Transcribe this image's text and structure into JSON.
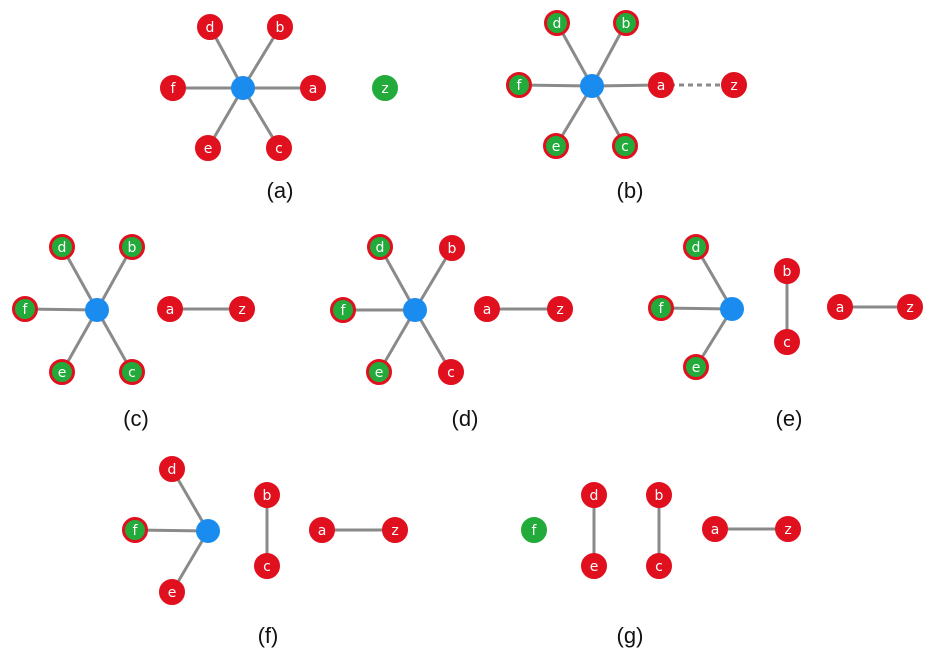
{
  "colors": {
    "red": "#e0101e",
    "green": "#22aa3a",
    "blue": "#1a8cf0",
    "edge": "#8a8a8a"
  },
  "panels": [
    {
      "caption": "(a)",
      "hub": true,
      "nodes": [
        {
          "id": "d",
          "label": "d",
          "fill": "red",
          "ring": "red"
        },
        {
          "id": "b",
          "label": "b",
          "fill": "red",
          "ring": "red"
        },
        {
          "id": "f",
          "label": "f",
          "fill": "red",
          "ring": "red"
        },
        {
          "id": "a",
          "label": "a",
          "fill": "red",
          "ring": "red"
        },
        {
          "id": "e",
          "label": "e",
          "fill": "red",
          "ring": "red"
        },
        {
          "id": "c",
          "label": "c",
          "fill": "red",
          "ring": "red"
        },
        {
          "id": "z",
          "label": "z",
          "fill": "green",
          "ring": "green"
        }
      ],
      "edges": [
        {
          "from": "hub",
          "to": "d"
        },
        {
          "from": "hub",
          "to": "b"
        },
        {
          "from": "hub",
          "to": "f"
        },
        {
          "from": "hub",
          "to": "a"
        },
        {
          "from": "hub",
          "to": "e"
        },
        {
          "from": "hub",
          "to": "c"
        }
      ]
    },
    {
      "caption": "(b)",
      "hub": true,
      "nodes": [
        {
          "id": "d",
          "label": "d",
          "fill": "green",
          "ring": "red"
        },
        {
          "id": "b",
          "label": "b",
          "fill": "green",
          "ring": "red"
        },
        {
          "id": "f",
          "label": "f",
          "fill": "green",
          "ring": "red"
        },
        {
          "id": "a",
          "label": "a",
          "fill": "red",
          "ring": "red"
        },
        {
          "id": "e",
          "label": "e",
          "fill": "green",
          "ring": "red"
        },
        {
          "id": "c",
          "label": "c",
          "fill": "green",
          "ring": "red"
        },
        {
          "id": "z",
          "label": "z",
          "fill": "red",
          "ring": "red"
        }
      ],
      "edges": [
        {
          "from": "hub",
          "to": "d"
        },
        {
          "from": "hub",
          "to": "b"
        },
        {
          "from": "hub",
          "to": "f"
        },
        {
          "from": "hub",
          "to": "a"
        },
        {
          "from": "hub",
          "to": "e"
        },
        {
          "from": "hub",
          "to": "c"
        },
        {
          "from": "a",
          "to": "z",
          "dashed": true
        }
      ]
    },
    {
      "caption": "(c)",
      "hub": true,
      "nodes": [
        {
          "id": "d",
          "label": "d",
          "fill": "green",
          "ring": "red"
        },
        {
          "id": "b",
          "label": "b",
          "fill": "green",
          "ring": "red"
        },
        {
          "id": "f",
          "label": "f",
          "fill": "green",
          "ring": "red"
        },
        {
          "id": "e",
          "label": "e",
          "fill": "green",
          "ring": "red"
        },
        {
          "id": "c",
          "label": "c",
          "fill": "green",
          "ring": "red"
        },
        {
          "id": "a",
          "label": "a",
          "fill": "red",
          "ring": "red"
        },
        {
          "id": "z",
          "label": "z",
          "fill": "red",
          "ring": "red"
        }
      ],
      "edges": [
        {
          "from": "hub",
          "to": "d"
        },
        {
          "from": "hub",
          "to": "b"
        },
        {
          "from": "hub",
          "to": "f"
        },
        {
          "from": "hub",
          "to": "e"
        },
        {
          "from": "hub",
          "to": "c"
        },
        {
          "from": "a",
          "to": "z"
        }
      ]
    },
    {
      "caption": "(d)",
      "hub": true,
      "nodes": [
        {
          "id": "d",
          "label": "d",
          "fill": "green",
          "ring": "red"
        },
        {
          "id": "b",
          "label": "b",
          "fill": "red",
          "ring": "red"
        },
        {
          "id": "f",
          "label": "f",
          "fill": "green",
          "ring": "red"
        },
        {
          "id": "e",
          "label": "e",
          "fill": "green",
          "ring": "red"
        },
        {
          "id": "c",
          "label": "c",
          "fill": "red",
          "ring": "red"
        },
        {
          "id": "a",
          "label": "a",
          "fill": "red",
          "ring": "red"
        },
        {
          "id": "z",
          "label": "z",
          "fill": "red",
          "ring": "red"
        }
      ],
      "edges": [
        {
          "from": "hub",
          "to": "d"
        },
        {
          "from": "hub",
          "to": "b"
        },
        {
          "from": "hub",
          "to": "f"
        },
        {
          "from": "hub",
          "to": "e"
        },
        {
          "from": "hub",
          "to": "c"
        },
        {
          "from": "a",
          "to": "z"
        }
      ]
    },
    {
      "caption": "(e)",
      "hub": true,
      "nodes": [
        {
          "id": "d",
          "label": "d",
          "fill": "green",
          "ring": "red"
        },
        {
          "id": "f",
          "label": "f",
          "fill": "green",
          "ring": "red"
        },
        {
          "id": "e",
          "label": "e",
          "fill": "green",
          "ring": "red"
        },
        {
          "id": "b",
          "label": "b",
          "fill": "red",
          "ring": "red"
        },
        {
          "id": "c",
          "label": "c",
          "fill": "red",
          "ring": "red"
        },
        {
          "id": "a",
          "label": "a",
          "fill": "red",
          "ring": "red"
        },
        {
          "id": "z",
          "label": "z",
          "fill": "red",
          "ring": "red"
        }
      ],
      "edges": [
        {
          "from": "hub",
          "to": "d"
        },
        {
          "from": "hub",
          "to": "f"
        },
        {
          "from": "hub",
          "to": "e"
        },
        {
          "from": "b",
          "to": "c"
        },
        {
          "from": "a",
          "to": "z"
        }
      ]
    },
    {
      "caption": "(f)",
      "hub": true,
      "nodes": [
        {
          "id": "d",
          "label": "d",
          "fill": "red",
          "ring": "red"
        },
        {
          "id": "f",
          "label": "f",
          "fill": "green",
          "ring": "red"
        },
        {
          "id": "e",
          "label": "e",
          "fill": "red",
          "ring": "red"
        },
        {
          "id": "b",
          "label": "b",
          "fill": "red",
          "ring": "red"
        },
        {
          "id": "c",
          "label": "c",
          "fill": "red",
          "ring": "red"
        },
        {
          "id": "a",
          "label": "a",
          "fill": "red",
          "ring": "red"
        },
        {
          "id": "z",
          "label": "z",
          "fill": "red",
          "ring": "red"
        }
      ],
      "edges": [
        {
          "from": "hub",
          "to": "d"
        },
        {
          "from": "hub",
          "to": "f"
        },
        {
          "from": "hub",
          "to": "e"
        },
        {
          "from": "b",
          "to": "c"
        },
        {
          "from": "a",
          "to": "z"
        }
      ]
    },
    {
      "caption": "(g)",
      "hub": false,
      "nodes": [
        {
          "id": "f",
          "label": "f",
          "fill": "green",
          "ring": "green"
        },
        {
          "id": "d",
          "label": "d",
          "fill": "red",
          "ring": "red"
        },
        {
          "id": "e",
          "label": "e",
          "fill": "red",
          "ring": "red"
        },
        {
          "id": "b",
          "label": "b",
          "fill": "red",
          "ring": "red"
        },
        {
          "id": "c",
          "label": "c",
          "fill": "red",
          "ring": "red"
        },
        {
          "id": "a",
          "label": "a",
          "fill": "red",
          "ring": "red"
        },
        {
          "id": "z",
          "label": "z",
          "fill": "red",
          "ring": "red"
        }
      ],
      "edges": [
        {
          "from": "d",
          "to": "e"
        },
        {
          "from": "b",
          "to": "c"
        },
        {
          "from": "a",
          "to": "z"
        }
      ]
    }
  ]
}
